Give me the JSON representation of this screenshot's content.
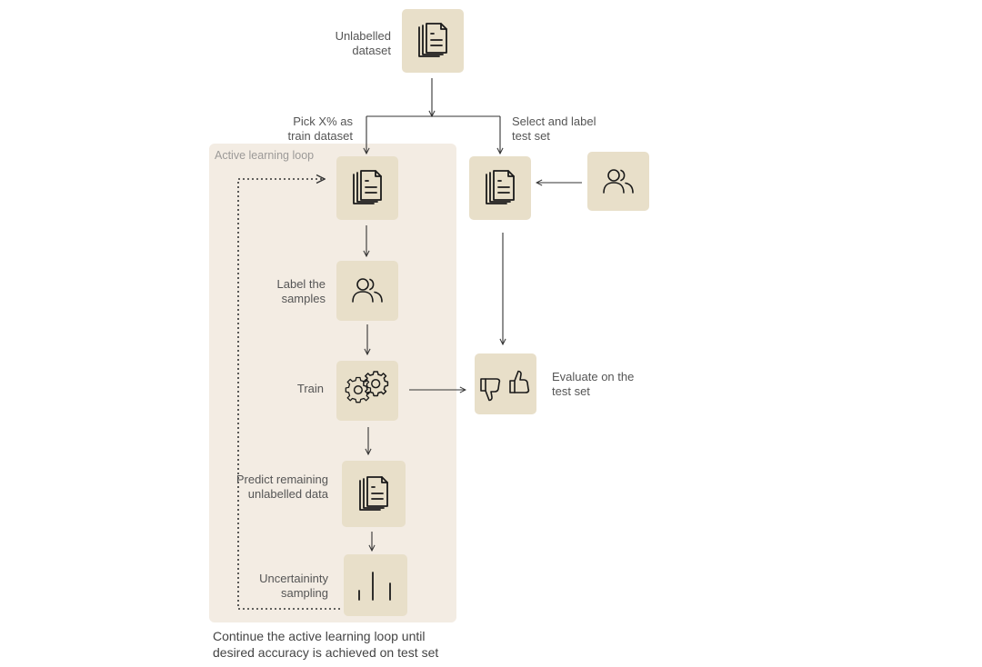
{
  "loop_panel": {
    "title": "Active learning loop"
  },
  "nodes": {
    "unlabelled_dataset": {
      "label": "Unlabelled dataset",
      "icon": "document-stack-icon"
    },
    "train_dataset": {
      "label": "Pick X% as train dataset",
      "icon": "document-stack-icon"
    },
    "label_samples": {
      "label": "Label the samples",
      "icon": "people-icon"
    },
    "train": {
      "label": "Train",
      "icon": "gears-icon"
    },
    "predict": {
      "label": "Predict remaining unlabelled data",
      "icon": "document-stack-icon"
    },
    "uncertainty": {
      "label": "Uncertaininty sampling",
      "icon": "bar-lines-icon"
    },
    "test_set": {
      "label": "Select and label test set",
      "icon": "document-stack-icon"
    },
    "labelers": {
      "icon": "people-icon"
    },
    "evaluate": {
      "label": "Evaluate on the test set",
      "icon": "thumbs-up-down-icon"
    }
  },
  "caption": "Continue the active learning loop until desired accuracy is achieved on test set",
  "colors": {
    "node_fill": "#e8dfc9",
    "panel_fill": "#f3ece3",
    "line": "#333333",
    "text": "#555555"
  }
}
